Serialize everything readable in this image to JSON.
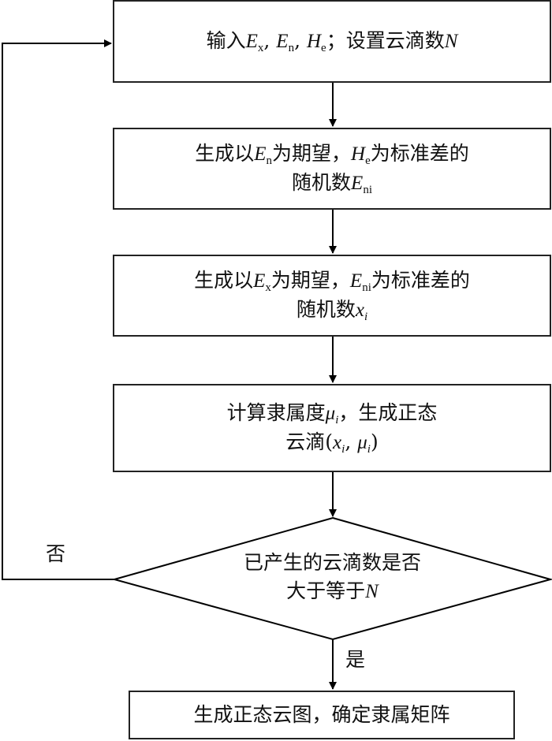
{
  "flowchart": {
    "steps": [
      {
        "id": "input",
        "line1": [
          "输入",
          "E",
          "x",
          ", ",
          "E",
          "n",
          ", ",
          "H",
          "e",
          "；设置云滴数",
          "N"
        ]
      },
      {
        "id": "gen-eni",
        "line1": [
          "生成以",
          "E",
          "n",
          "为期望，",
          "H",
          "e",
          "为标准差的"
        ],
        "line2": [
          "随机数",
          "E",
          "ni"
        ]
      },
      {
        "id": "gen-xi",
        "line1": [
          "生成以",
          "E",
          "x",
          "为期望，",
          "E",
          "ni",
          "为标准差的"
        ],
        "line2": [
          "随机数",
          "x",
          "i"
        ]
      },
      {
        "id": "calc-mu",
        "line1": [
          "计算隶属度",
          "μ",
          "i",
          "，生成正态"
        ],
        "line2": [
          "云滴(",
          "x",
          "i",
          ", ",
          "μ",
          "i",
          ")"
        ]
      }
    ],
    "decision": {
      "line1": "已产生的云滴数是否",
      "line2_text": "大于等于",
      "line2_var": "N",
      "no_label": "否",
      "yes_label": "是"
    },
    "end": {
      "text": "生成正态云图，确定隶属矩阵"
    }
  }
}
